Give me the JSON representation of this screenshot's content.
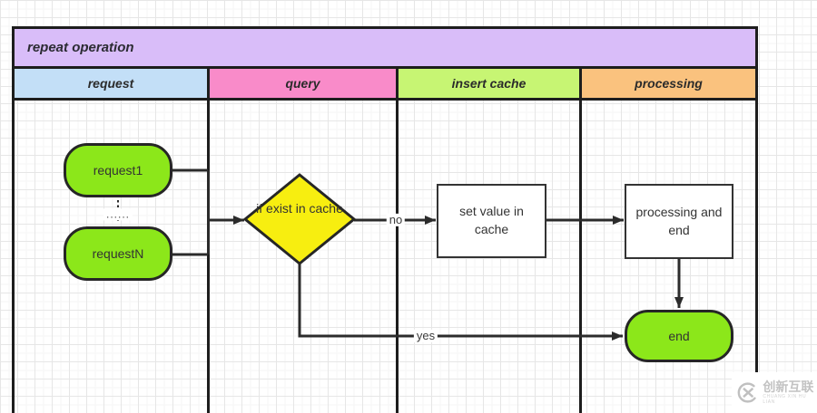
{
  "pool": {
    "title": "repeat operation",
    "title_bg": "#d9bdf9",
    "lanes": [
      {
        "label": "request",
        "bg": "#c3dff7"
      },
      {
        "label": "query",
        "bg": "#f98bc9"
      },
      {
        "label": "insert cache",
        "bg": "#c7f573"
      },
      {
        "label": "processing",
        "bg": "#fac27e"
      }
    ]
  },
  "nodes": {
    "request1": {
      "label": "request1",
      "bg": "#8ce71a"
    },
    "ellipsis": {
      "label": "......"
    },
    "requestN": {
      "label": "requestN",
      "bg": "#8ce71a"
    },
    "decision": {
      "label": "if exist in cache",
      "bg": "#f7ee10"
    },
    "set_value": {
      "label": "set value in cache",
      "bg": "#ffffff"
    },
    "processing_end": {
      "label": "processing and end",
      "bg": "#ffffff"
    },
    "end": {
      "label": "end",
      "bg": "#8ce71a"
    }
  },
  "edges": {
    "no_label": "no",
    "yes_label": "yes"
  },
  "colors": {
    "line": "#2b2b2b",
    "lane_border": "#1d1d1d"
  },
  "watermark": {
    "name": "创新互联",
    "subtitle": "CHUANG XIN HU LIAN"
  }
}
